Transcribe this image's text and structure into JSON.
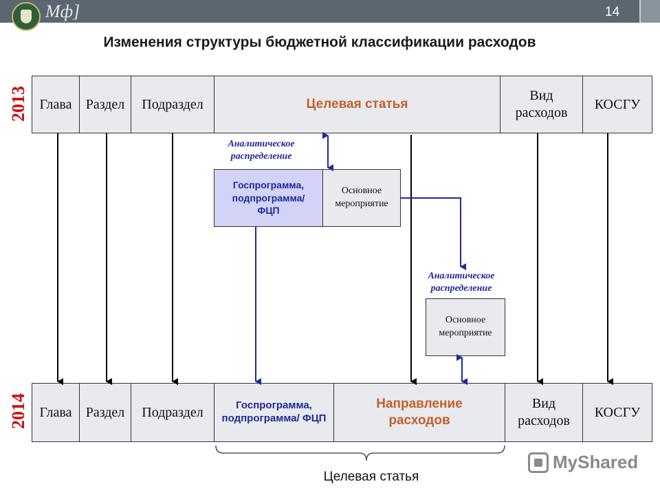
{
  "header": {
    "logo_text": "Мф]",
    "slide_number": "14"
  },
  "title": "Изменения структуры бюджетной классификации расходов",
  "year_top": "2013",
  "year_bottom": "2014",
  "row_2013": {
    "glava": "Глава",
    "razdel": "Раздел",
    "podrazdel": "Подраздел",
    "celevaya": "Целевая статья",
    "vid": "Вид расходов",
    "kosgu": "КОСГУ"
  },
  "row_2014": {
    "glava": "Глава",
    "razdel": "Раздел",
    "podrazdel": "Подраздел",
    "gosprogramma": "Госпрограмма, подпрограмма/ ФЦП",
    "napravlenie": "Направление расходов",
    "vid": "Вид расходов",
    "kosgu": "КОСГУ"
  },
  "mid_boxes": {
    "gosprogramma": "Госпрограмма, подпрограмма/ ФЦП",
    "osnovnoe_1": "Основное мероприятие",
    "osnovnoe_2": "Основное мероприятие"
  },
  "labels": {
    "analytic_1": "Аналитическое распределение",
    "analytic_2": "Аналитическое распределение",
    "bracket": "Целевая статья"
  },
  "watermark": {
    "text": "MyShared",
    "icon": "presentation-icon"
  },
  "colors": {
    "year_red": "#cc1010",
    "accent_orange": "#c0602a",
    "accent_blue": "#1a2a9a",
    "box_lavender": "#d2d3f6",
    "cell_grey": "#e9eaee",
    "header_bar": "#5c6670"
  }
}
